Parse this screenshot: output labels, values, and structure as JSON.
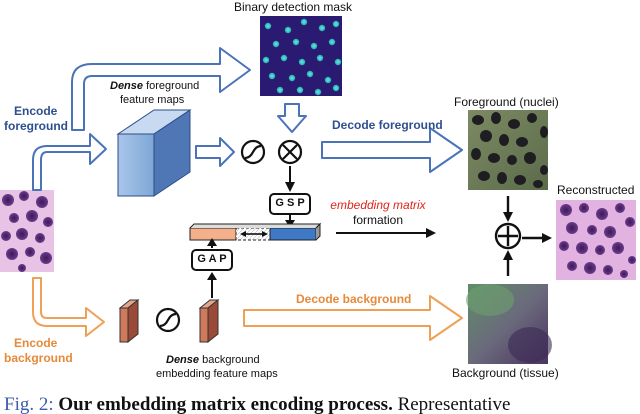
{
  "labels": {
    "mask_title": "Binary detection mask",
    "dense_fg_bold": "Dense",
    "dense_fg_rest": " foreground",
    "dense_fg_line2": "feature maps",
    "encode_fg_1": "Encode",
    "encode_fg_2": "foreground",
    "decode_fg": "Decode foreground",
    "foreground_title": "Foreground (nuclei)",
    "reconstructed": "Reconstructed",
    "gsp": "G S P",
    "gap": "G A P",
    "embed_1": "embedding matrix",
    "embed_2": "formation",
    "encode_bg_1": "Encode",
    "encode_bg_2": "background",
    "decode_bg": "Decode background",
    "dense_bg_bold": "Dense",
    "dense_bg_rest": " background",
    "dense_bg_line2": "embedding feature maps",
    "background_title": "Background (tissue)"
  },
  "caption": {
    "fig": "Fig. 2:",
    "title": "Our embedding matrix encoding process.",
    "rest": "Representative"
  },
  "colors": {
    "foreground_blue": "#2e4f8f",
    "background_orange": "#e68a3a",
    "red_text": "#e0241b",
    "fg_arrow_stroke": "#4a73b8",
    "bg_arrow_stroke": "#f0a056",
    "mask_bg": "#2b1a72",
    "mask_dot": "#39d1c0",
    "stain_purple": "#7a3a9a",
    "stain_pink": "#e2b3e0"
  },
  "icons": [
    "sigmoid-icon",
    "multiply-icon",
    "plus-circle-icon",
    "sigmoid-icon"
  ]
}
